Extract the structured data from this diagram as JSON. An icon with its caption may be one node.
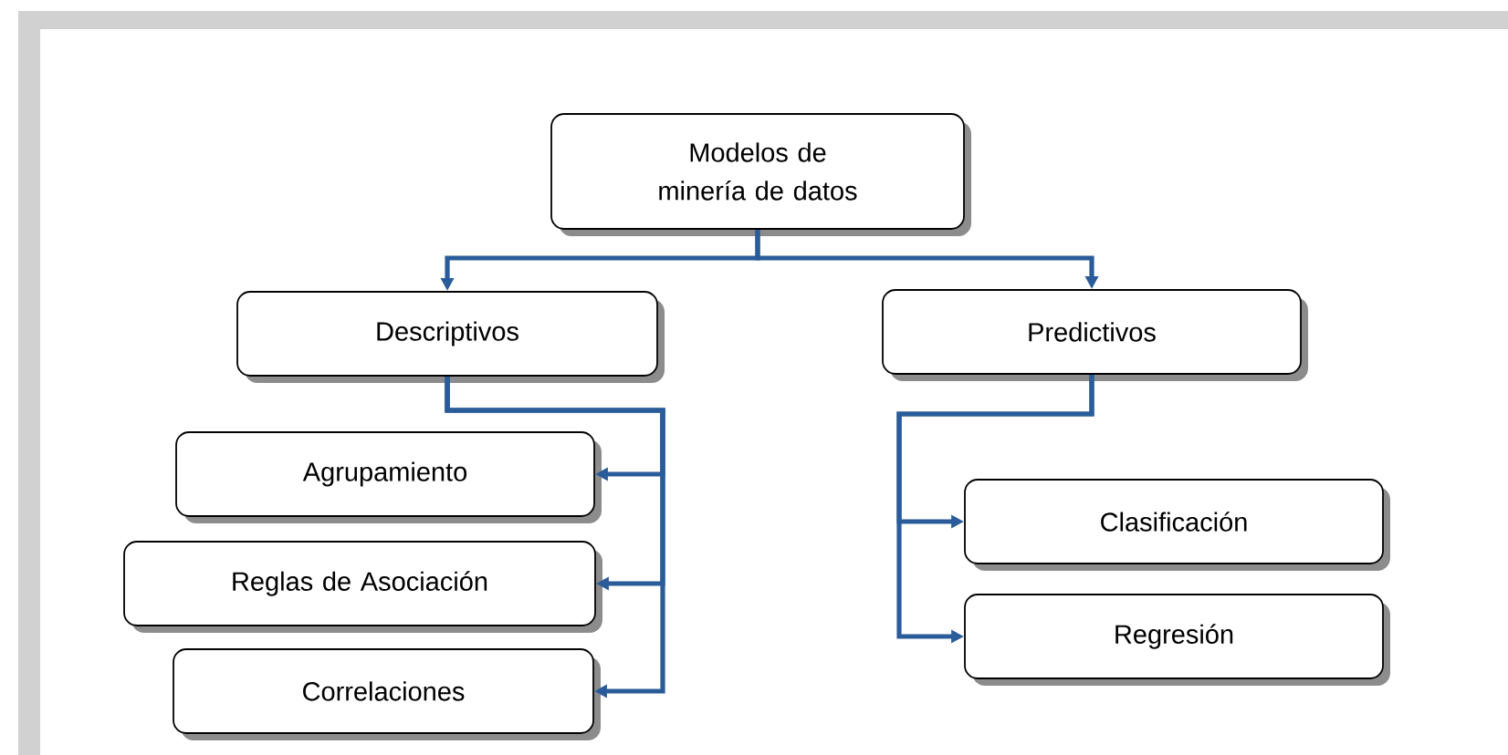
{
  "diagram": {
    "nodes": [
      {
        "text": [
          "Modelos de minería de datos"
        ]
      },
      {
        "text": [
          "Descriptivos"
        ]
      },
      {
        "text": [
          "Predictivos"
        ]
      },
      {
        "text": [
          "Agrupamiento"
        ]
      },
      {
        "text": [
          "Reglas de Asociación"
        ]
      },
      {
        "text": [
          "Correlaciones"
        ]
      },
      {
        "text": [
          "Clasificación"
        ]
      },
      {
        "text": [
          "Regresión"
        ]
      }
    ],
    "edges": [
      {
        "from": 0,
        "to": 1,
        "arrow": "to"
      },
      {
        "from": 0,
        "to": 2,
        "arrow": "to"
      },
      {
        "from": 1,
        "to": 3,
        "arrow": "to"
      },
      {
        "from": 1,
        "to": 4,
        "arrow": "to"
      },
      {
        "from": 1,
        "to": 5,
        "arrow": "to"
      },
      {
        "from": 2,
        "to": 6,
        "arrow": "to"
      },
      {
        "from": 2,
        "to": 7,
        "arrow": "to"
      }
    ]
  }
}
